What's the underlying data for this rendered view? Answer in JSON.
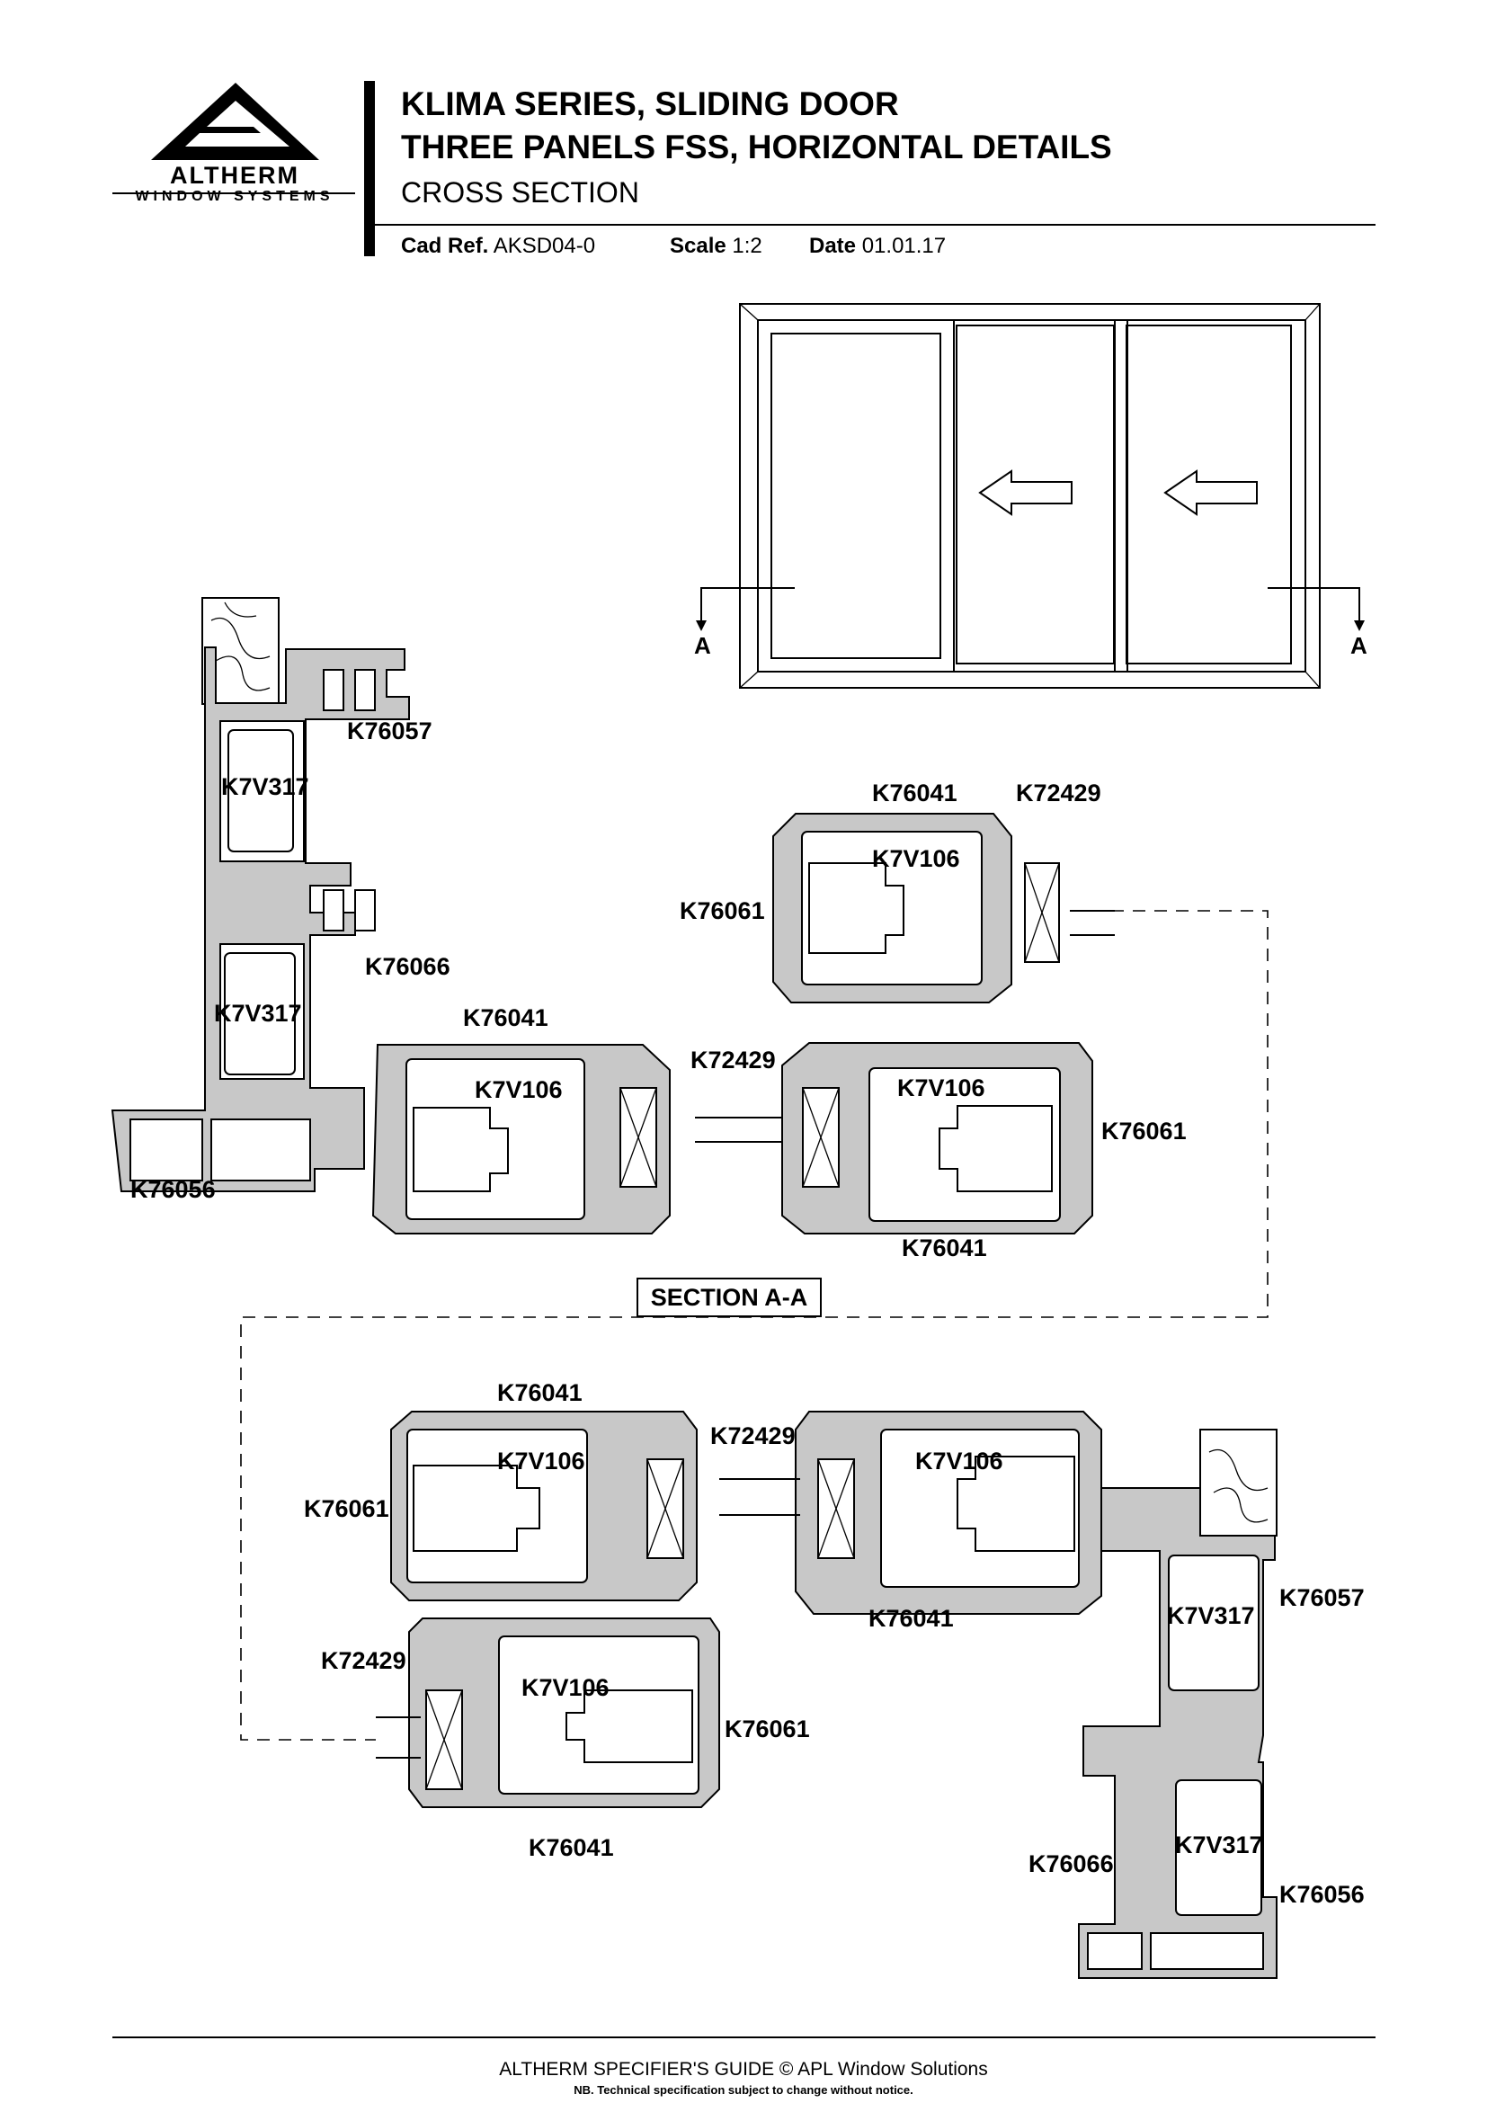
{
  "header": {
    "brand_name": "ALTHERM",
    "brand_sub": "WINDOW SYSTEMS",
    "title_line1": "KLIMA SERIES, SLIDING DOOR",
    "title_line2": "THREE PANELS FSS, HORIZONTAL DETAILS",
    "title_line3": "CROSS SECTION",
    "cad_ref_label": "Cad Ref.",
    "cad_ref_value": "AKSD04-0",
    "scale_label": "Scale",
    "scale_value": "1:2",
    "date_label": "Date",
    "date_value": "01.01.17"
  },
  "elevation": {
    "section_marker": "A"
  },
  "section_label": "SECTION A-A",
  "labels": {
    "t_k76057": "K76057",
    "t_k7v317_a": "K7V317",
    "t_k76066": "K76066",
    "t_k7v317_b": "K7V317",
    "t_k76056": "K76056",
    "t_k76041_a": "K76041",
    "t_k7v106_a": "K7V106",
    "t_k72429_a": "K72429",
    "t_k76041_b": "K76041",
    "t_k72429_b": "K72429",
    "t_k7v106_b": "K7V106",
    "t_k76061_a": "K76061",
    "t_k7v106_c": "K7V106",
    "t_k76061_b": "K76061",
    "t_k76041_c": "K76041",
    "b_k76041_a": "K76041",
    "b_k72429_a": "K72429",
    "b_k7v106_a": "K7V106",
    "b_k7v106_b": "K7V106",
    "b_k76061_a": "K76061",
    "b_k76041_b": "K76041",
    "b_k76057": "K76057",
    "b_k7v317_a": "K7V317",
    "b_k72429_b": "K72429",
    "b_k7v106_c": "K7V106",
    "b_k76061_b": "K76061",
    "b_k76041_c": "K76041",
    "b_k76066": "K76066",
    "b_k7v317_b": "K7V317",
    "b_k76056": "K76056"
  },
  "footer": {
    "line1": "ALTHERM SPECIFIER'S GUIDE  © APL Window Solutions",
    "line2": "NB. Technical specification subject to change without notice."
  }
}
